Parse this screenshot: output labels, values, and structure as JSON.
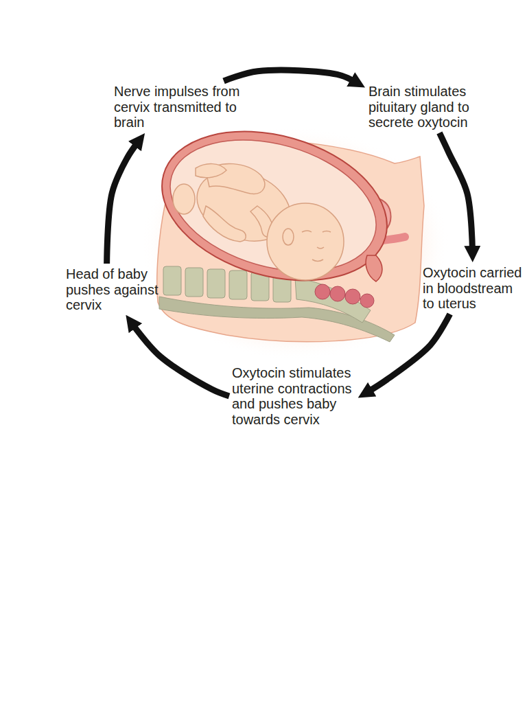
{
  "diagram": {
    "nodes": [
      {
        "text": [
          "Nerve impulses from cervix transmitted to brain"
        ]
      },
      {
        "text": [
          "Brain stimulates pituitary gland to secrete oxytocin"
        ]
      },
      {
        "text": [
          "Head of baby pushes against cervix"
        ]
      },
      {
        "text": [
          "Oxytocin carried in bloodstream to uterus"
        ]
      },
      {
        "text": [
          "Oxytocin stimulates uterine contractions and pushes baby towards cervix"
        ]
      }
    ],
    "edges": [
      {
        "from": 0,
        "to": 1,
        "arrow": "to"
      },
      {
        "from": 1,
        "to": 3,
        "arrow": "to"
      },
      {
        "from": 3,
        "to": 4,
        "arrow": "to"
      },
      {
        "from": 4,
        "to": 2,
        "arrow": "to"
      },
      {
        "from": 2,
        "to": 0,
        "arrow": "to"
      }
    ]
  }
}
